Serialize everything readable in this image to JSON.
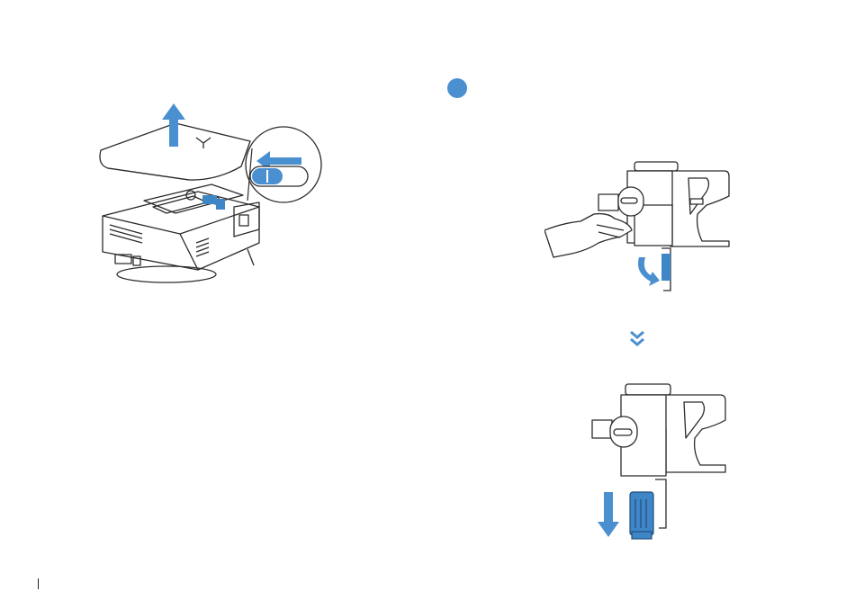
{
  "colors": {
    "accent": "#4a8fd0",
    "line": "#2b2b2b",
    "filter_blue": "#3f86c7"
  },
  "illustrations": {
    "left": {
      "icon": "robot-vacuum-base-lid-removal"
    },
    "right_top": {
      "icon": "handheld-vacuum-bin-release"
    },
    "down_indicator": {
      "icon": "double-chevron-down-icon"
    },
    "right_bottom": {
      "icon": "handheld-vacuum-filter-removal"
    }
  }
}
